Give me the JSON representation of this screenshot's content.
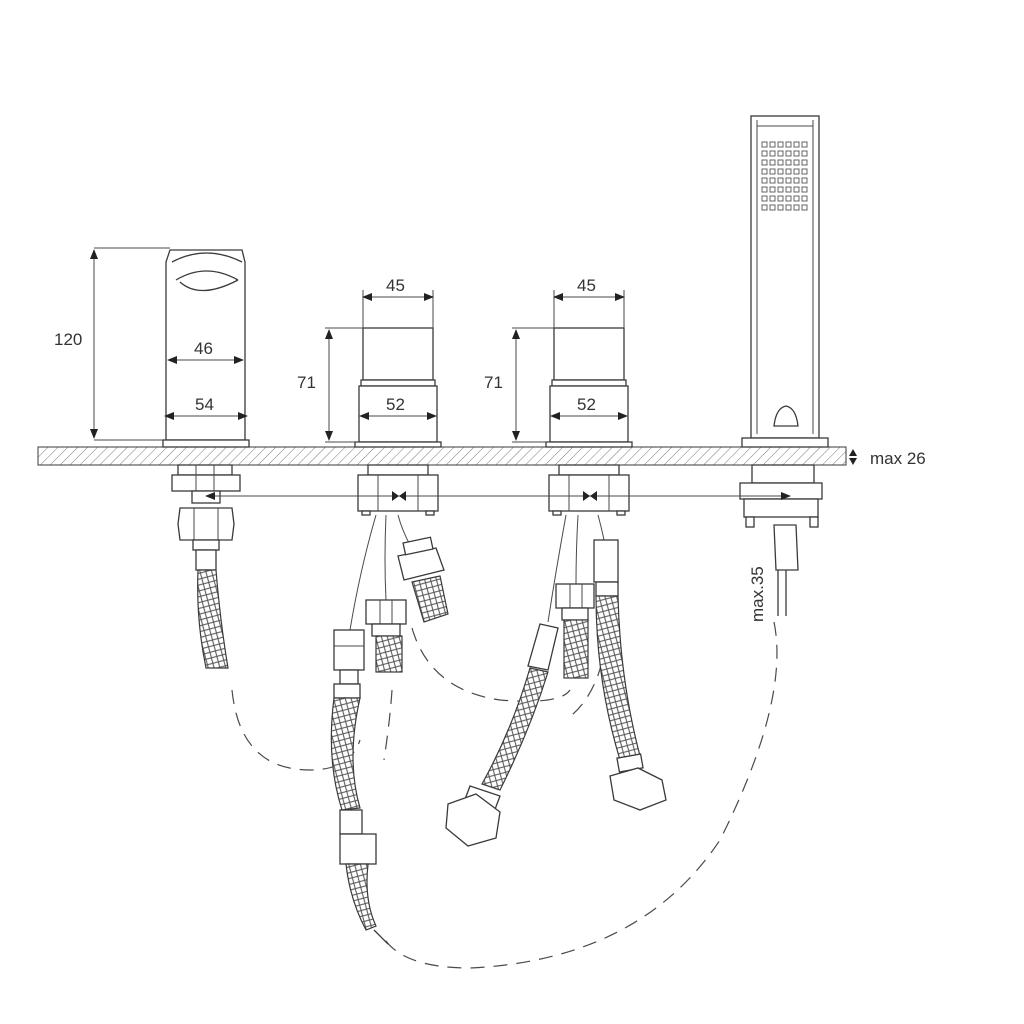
{
  "diagram": {
    "dimensions": {
      "spout_height": "120",
      "spout_body_width": "46",
      "spout_base_width": "54",
      "valve1_cap_width": "45",
      "valve1_height": "71",
      "valve1_base_width": "52",
      "valve2_cap_width": "45",
      "valve2_height": "71",
      "valve2_base_width": "52",
      "deck_thickness": "max 26",
      "hose_length": "max.35"
    },
    "colors": {
      "line": "#3a3a3a",
      "deck_hatch": "#7a7a7a",
      "text": "#333333"
    }
  }
}
